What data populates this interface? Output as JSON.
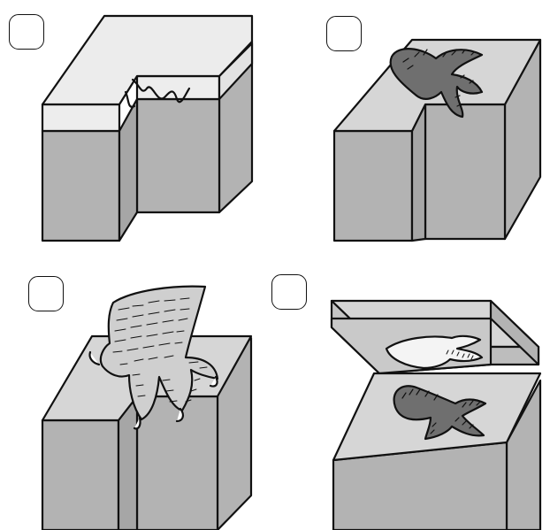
{
  "figure": {
    "panels": [
      {
        "id": "panel-1",
        "label": "",
        "depicts": "rock-block-with-sediment-layer"
      },
      {
        "id": "panel-2",
        "label": "",
        "depicts": "footprint-impression-on-block"
      },
      {
        "id": "panel-3",
        "label": "",
        "depicts": "dinosaur-foot-on-block"
      },
      {
        "id": "panel-4",
        "label": "",
        "depicts": "split-block-with-footprint-cast-and-mold"
      }
    ]
  },
  "colors": {
    "stroke": "#111111",
    "top_face": "#d6d6d6",
    "side_face": "#b3b3b3",
    "sediment_layer": "#ededed",
    "footprint": "#6f6f6f",
    "cast": "#f4f4f4",
    "label_box": "#ffffff"
  }
}
